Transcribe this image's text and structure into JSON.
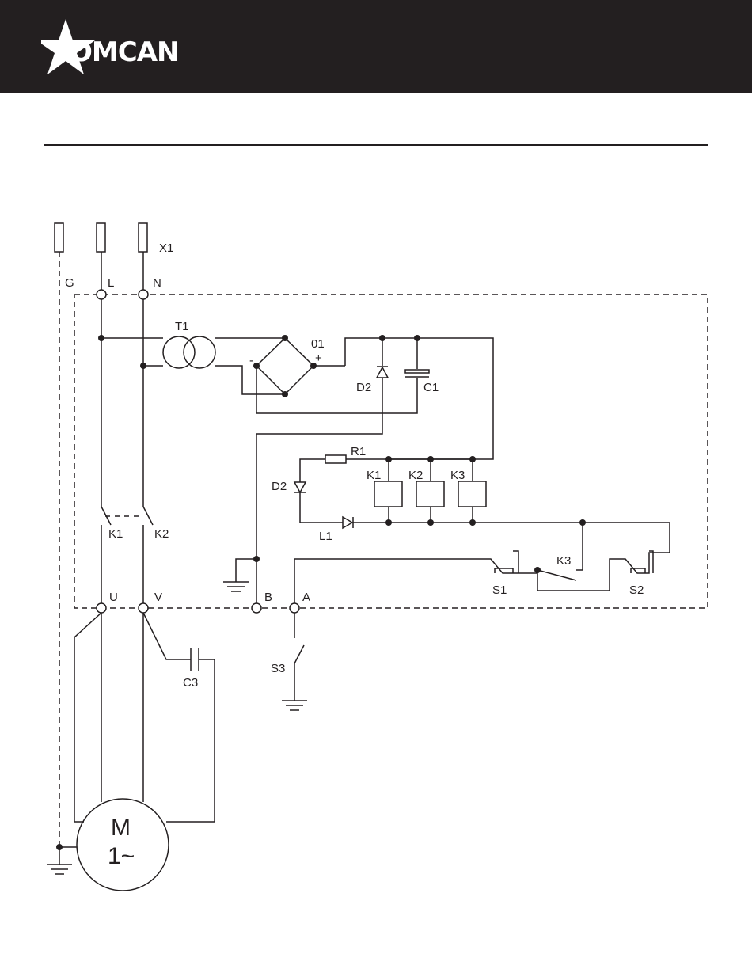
{
  "brand": {
    "name": "OMCAN",
    "header_color": "#231f20"
  },
  "labels": {
    "x1": "X1",
    "g": "G",
    "l": "L",
    "n": "N",
    "t1": "T1",
    "o1": "01",
    "minus": "-",
    "plus": "+",
    "d2_top": "D2",
    "c1": "C1",
    "r1": "R1",
    "d2_left": "D2",
    "k1_coil": "K1",
    "k2_coil": "K2",
    "k3_coil": "K3",
    "l1": "L1",
    "k1_contact": "K1",
    "k2_contact": "K2",
    "k3_contact": "K3",
    "s1": "S1",
    "s2": "S2",
    "u": "U",
    "v": "V",
    "b": "B",
    "a": "A",
    "c3": "C3",
    "s3": "S3",
    "motor_m": "M",
    "motor_phase": "1~"
  }
}
